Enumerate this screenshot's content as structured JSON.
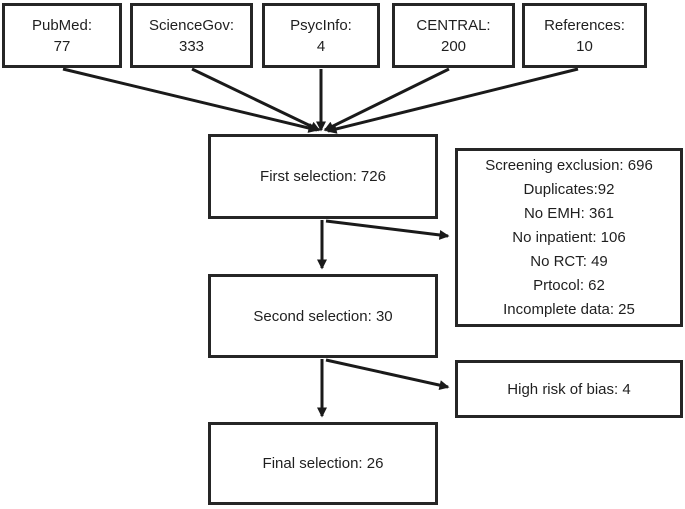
{
  "colors": {
    "line": "#1a1a1a",
    "box_border": "#262626",
    "text": "#1f1f1f",
    "background": "#ffffff"
  },
  "sources": [
    {
      "label": "PubMed:",
      "value": "77"
    },
    {
      "label": "ScienceGov:",
      "value": "333"
    },
    {
      "label": "PsycInfo:",
      "value": "4"
    },
    {
      "label": "CENTRAL:",
      "value": "200"
    },
    {
      "label": "References:",
      "value": "10"
    }
  ],
  "first_selection": {
    "label": "First selection: 726"
  },
  "exclusion": {
    "lines": [
      "Screening exclusion: 696",
      "Duplicates:92",
      "No EMH: 361",
      "No inpatient: 106",
      "No RCT: 49",
      "Prtocol: 62",
      "Incomplete data: 25"
    ]
  },
  "second_selection": {
    "label": "Second selection: 30"
  },
  "high_risk": {
    "label": "High risk of bias: 4"
  },
  "final_selection": {
    "label": "Final selection: 26"
  }
}
